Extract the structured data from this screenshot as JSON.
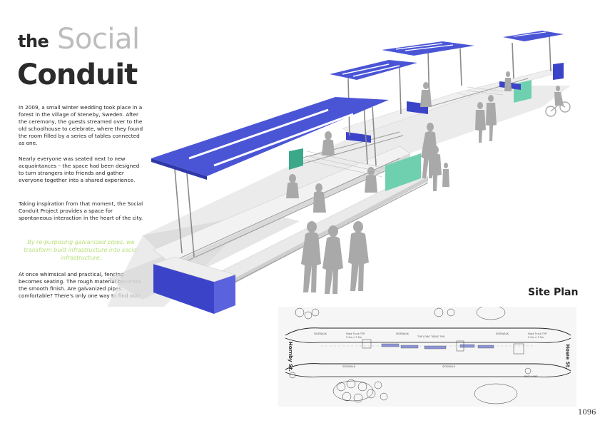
{
  "title": {
    "the": "the",
    "social": "Social",
    "conduit": "Conduit"
  },
  "body": {
    "p1": "In 2009, a small winter wedding took place in a forest in the village of Steneby, Sweden. After the ceremony, the guests streamed over to the old schoolhouse to celebrate, where they found the room filled by a series of tables connected as one.",
    "p2": "Nearly everyone was seated next to new acquaintances – the space had been designed to turn strangers into friends and gather everyone together into a shared experience.",
    "p3": "Taking inspiration from that moment, the Social Conduit Project provides a space for spontaneous interaction in the heart of the city.",
    "callout": "By re-purposing galvanized pipes, we transform built infrastructure into social infrastructure.",
    "p4": "At once whimsical and practical, fencing becomes seating. The rough material becomes the smooth finish. Are galvanized pipes comfortable? There's only one way to find out!"
  },
  "site_plan": {
    "title": "Site Plan",
    "left_street": "Hornby St.",
    "right_street": "Howe St.",
    "sidewalk": "SIDEWALK",
    "long_table": "THE LONG TABLE 70ft",
    "food_truck": "Food Truck TYP.",
    "food_truck_size": "2.5m x 7.5m",
    "bike": "BIKE LANE"
  },
  "page_number": "1096",
  "colors": {
    "canopy_blue": "#4a55d6",
    "bench_green": "#5fc9a8",
    "pipe_grey": "#8a8a8a",
    "callout_green": "#b7e07a",
    "text_dark": "#2b2b2b"
  }
}
